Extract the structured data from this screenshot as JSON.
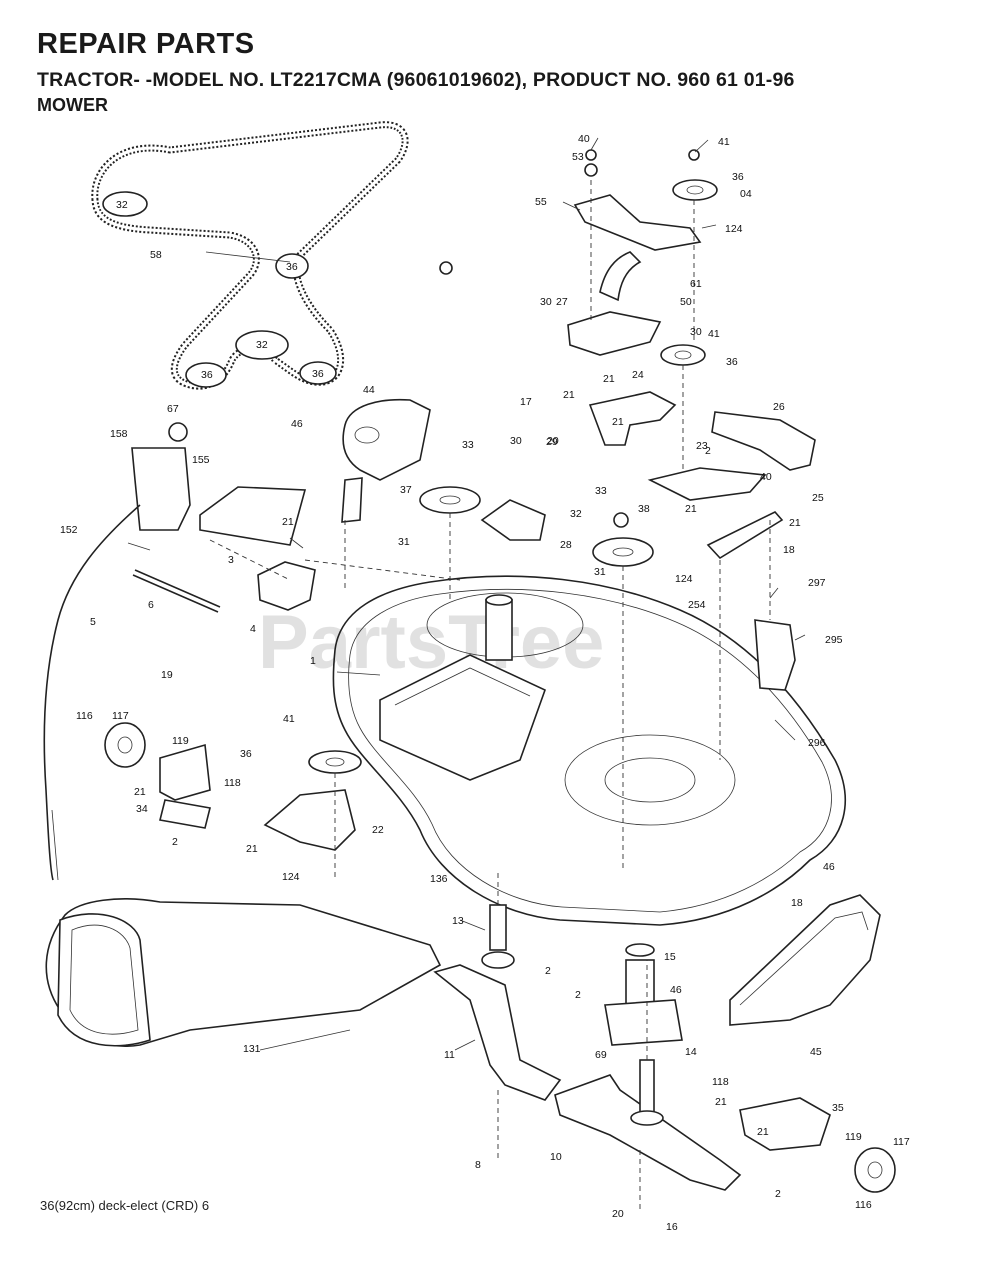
{
  "header": {
    "title": "REPAIR PARTS",
    "model_line": "TRACTOR- -MODEL NO. LT2217CMA (96061019602), PRODUCT NO. 960 61 01-96",
    "subtitle": "MOWER"
  },
  "watermark": "PartsTree",
  "footer": "36(92cm) deck-elect (CRD) 6",
  "part_labels": [
    "40",
    "41",
    "53",
    "36",
    "04",
    "55",
    "124",
    "61",
    "27",
    "30",
    "50",
    "30",
    "41",
    "36",
    "21",
    "21",
    "17",
    "20",
    "26",
    "24",
    "2",
    "21",
    "23",
    "40",
    "58",
    "32",
    "36",
    "32",
    "36",
    "36",
    "44",
    "46",
    "67",
    "158",
    "155",
    "33",
    "30",
    "37",
    "29",
    "3",
    "21",
    "152",
    "33",
    "38",
    "31",
    "32",
    "28",
    "21",
    "25",
    "21",
    "18",
    "5",
    "6",
    "4",
    "124",
    "31",
    "297",
    "19",
    "254",
    "295",
    "1",
    "41",
    "117",
    "116",
    "119",
    "21",
    "118",
    "34",
    "36",
    "2",
    "21",
    "22",
    "296",
    "124",
    "136",
    "46",
    "18",
    "13",
    "131",
    "15",
    "2",
    "46",
    "2",
    "11",
    "14",
    "45",
    "69",
    "118",
    "21",
    "35",
    "8",
    "10",
    "21",
    "119",
    "117",
    "20",
    "16",
    "116",
    "2"
  ]
}
